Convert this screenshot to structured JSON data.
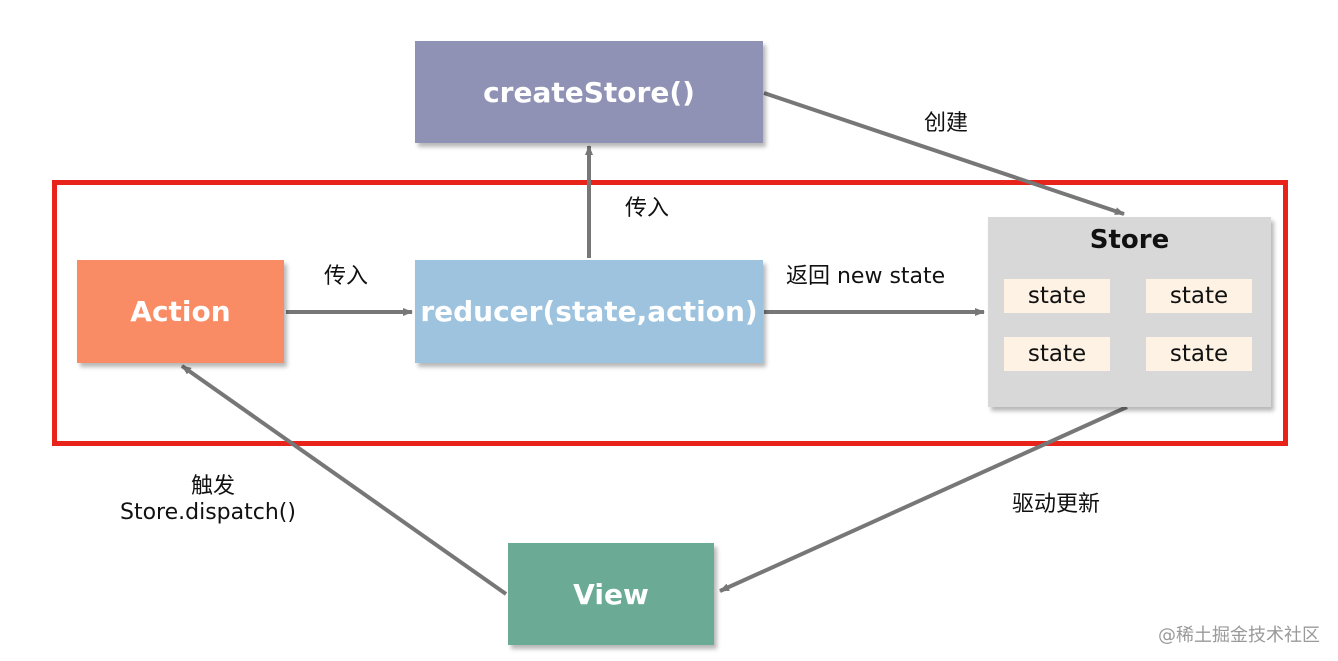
{
  "nodes": {
    "create_store": "createStore()",
    "action": "Action",
    "reducer": "reducer(state,action)",
    "store": {
      "title": "Store",
      "states": [
        "state",
        "state",
        "state",
        "state"
      ]
    },
    "view": "View"
  },
  "edges": {
    "create": "创建",
    "reducer_to_create": "传入",
    "action_to_reducer": "传入",
    "return_new_state": "返回 new state",
    "drive_update": "驱动更新",
    "trigger_line1": "触发",
    "trigger_line2": "Store.dispatch()"
  },
  "watermark": "@稀土掘金技术社区",
  "colors": {
    "create_store": "#8f92b5",
    "action": "#f98b65",
    "reducer": "#9ec3de",
    "view": "#6bab95",
    "store": "#d8d8d8",
    "state_chip": "#fdf2e3",
    "frame": "#e8241a",
    "arrow": "#777777"
  }
}
